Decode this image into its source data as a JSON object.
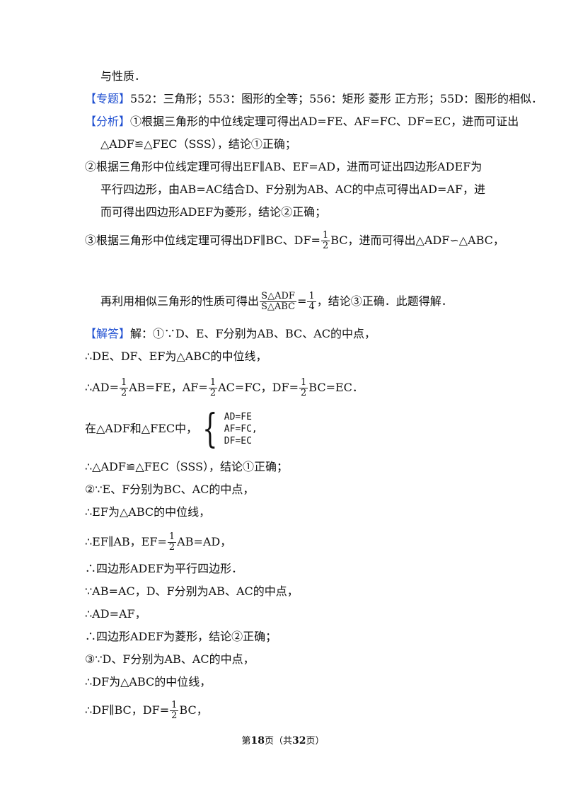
{
  "lines": {
    "l01": "与性质．",
    "l02_tag": "【专题】",
    "l02_text": "552：三角形；553：图形的全等；556：矩形 菱形 正方形；55D：图形的相似．",
    "l03_tag": "【分析】",
    "l03_text": "①根据三角形的中位线定理可得出AD=FE、AF=FC、DF=EC，进而可证出",
    "l04": "△ADF≌△FEC（SSS），结论①正确；",
    "l05": "②根据三角形中位线定理可得出EF∥AB、EF=AD，进而可证出四边形ADEF为",
    "l06": "平行四边形，由AB=AC结合D、F分别为AB、AC的中点可得出AD=AF，进",
    "l07": "而可得出四边形ADEF为菱形，结论②正确；",
    "l08_a": "③根据三角形中位线定理可得出DF∥BC、DF=",
    "l08_b": "BC，进而可得出△ADF∽△ABC，",
    "l09_a": "再利用相似三角形的性质可得出",
    "l09_b": "，结论③正确．此题得解．",
    "l10_tag": "【解答】",
    "l10_text": "解：①∵D、E、F分别为AB、BC、AC的中点，",
    "l11": "∴DE、DF、EF为△ABC的中位线，",
    "l12_a": "∴AD=",
    "l12_b": "AB=FE，AF=",
    "l12_c": "AC=FC，DF=",
    "l12_d": "BC=EC．",
    "l13_a": "在△ADF和△FEC中，",
    "l14": "∴△ADF≌△FEC（SSS），结论①正确；",
    "l15": "②∵E、F分别为BC、AC的中点，",
    "l16": "∴EF为△ABC的中位线，",
    "l17_a": "∴EF∥AB，EF=",
    "l17_b": "AB=AD，",
    "l18": "∴四边形ADEF为平行四边形．",
    "l19": "∵AB=AC，D、F分别为AB、AC的中点，",
    "l20": "∴AD=AF，",
    "l21": "∴四边形ADEF为菱形，结论②正确；",
    "l22": "③∵D、F分别为AB、AC的中点，",
    "l23": "∴DF为△ABC的中位线，",
    "l24_a": "∴DF∥BC，DF=",
    "l24_b": "BC，"
  },
  "math": {
    "half_num": "1",
    "half_den": "2",
    "ratio_num": "S△ADF",
    "ratio_den": "S△ABC",
    "eq": "=",
    "quarter_num": "1",
    "quarter_den": "4",
    "system": [
      "AD=FE",
      "AF=FC",
      "DF=EC",
      ","
    ]
  },
  "footer": {
    "prefix": "第",
    "page": "18",
    "mid": "页（共",
    "total": "32",
    "suffix": "页）"
  },
  "colors": {
    "tag": "#1f4fd1",
    "text": "#111111"
  }
}
